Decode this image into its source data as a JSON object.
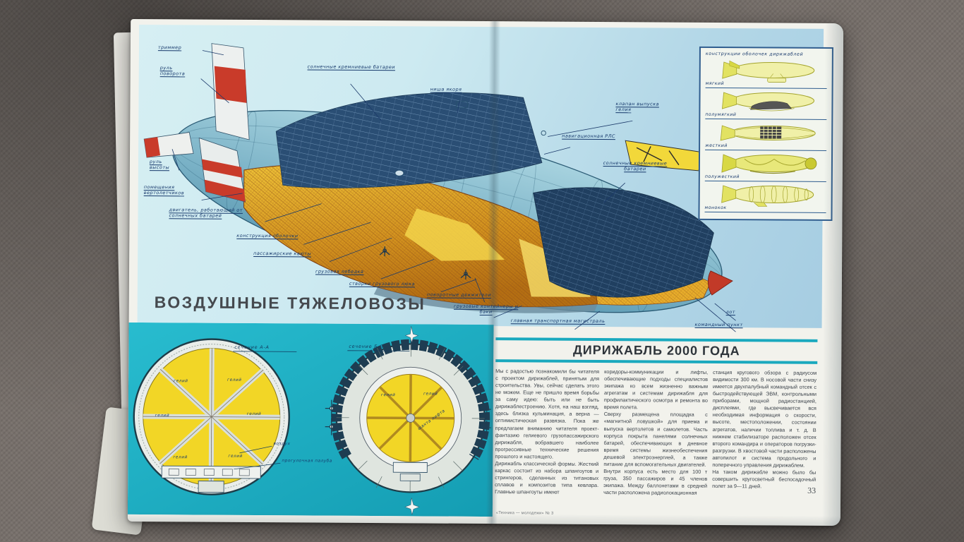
{
  "magazine": {
    "spread_title": "ВОЗДУШНЫЕ ТЯЖЕЛОВОЗЫ",
    "article_title": "ДИРИЖАБЛЬ 2000 ГОДА",
    "page_number": "33",
    "footer": "«Техника — молодежи» № 3"
  },
  "illustration": {
    "callouts": [
      "триммер",
      "руль поворота",
      "солнечные кремниевые батареи",
      "ниша якоря",
      "клапан выпуска гелия",
      "навигационная РЛС",
      "солнечные кремниевые батареи",
      "руль высоты",
      "помещения вертолетчиков",
      "двигатель, работающий от солнечных батарей",
      "конструкция оболочки",
      "пассажирские каюты",
      "грузовая лебедка",
      "створки грузового люка",
      "поворотные движители",
      "грузовые контейнеры и баки",
      "главная транспортная магистраль",
      "командный пункт",
      "лот"
    ]
  },
  "sidebar": {
    "title": "конструкции оболочек дирижаблей",
    "items": [
      "мягкий",
      "полумягкий",
      "жесткий",
      "полужесткий",
      "монокок"
    ]
  },
  "cross_sections": {
    "left": {
      "caption": "сечение А-А",
      "sectors": [
        "гелий",
        "гелий",
        "гелий",
        "гелий",
        "гелий",
        "гелий"
      ],
      "air_label": "воздух",
      "deck_label": "прогулочная палуба"
    },
    "right": {
      "caption": "сечение Б-Б",
      "helium": [
        "гелий",
        "гелий"
      ],
      "shaft_label": "шахта лифта"
    }
  },
  "article": {
    "columns": [
      "Мы с радостью познакомили бы читателя с проектом дирижаблей, принятым для строительства. Увы, сейчас сделать этого не можем. Еще не пришло время борьбы за саму идею: быть или не быть дирижаблестроению. Хотя, на наш взгляд, здесь близка кульминация, а верна — оптимистическая развязка. Пока же предлагаем вниманию читателя проект-фантазию гелиевого грузопассажирского дирижабля, вобравшего наиболее прогрессивные технические решения прошлого и настоящего.\nДирижабль классической формы. Жесткий каркас состоит из набора шпангоутов и стрингеров, сделанных из титановых сплавов и композитов типа кевлара. Главные шпангоуты имеют",
      "коридоры-коммуникации и лифты, обеспечивающие подходы специалистов экипажа ко всем жизненно важным агрегатам и системам дирижабля для профилактического осмотра и ремонта во время полета.\nСверху размещена площадка с «магнитной ловушкой» для приема и выпуска вертолетов и самолетов. Часть корпуса покрыта панелями солнечных батарей, обеспечивающих в дневное время системы жизнеобеспечения дешевой электроэнергией, а также питание для вспомогательных двигателей.\nВнутри корпуса есть место для 100 т груза, 350 пассажиров и 45 членов экипажа. Между баллонетами в средней части расположена радиолокационная",
      "станция кругового обзора с радиусом видимости 300 км. В носовой части снизу имеется двухпалубный командный отсек с быстродействующей ЭВМ, контрольными приборами, мощной радиостанцией, дисплеями, где высвечивается вся необходимая информация о скорости, высоте, местоположении, состоянии агрегатов, наличии топлива и т. д. В нижнем стабилизаторе расположен отсек второго командира и операторов погрузки-разгрузки. В хвостовой части расположены автопилот и система продольного и поперечного управления дирижаблем.\nНа таком дирижабле можно было бы совершить кругосветный беспосадочный полет за 9—11 дней."
    ]
  },
  "colors": {
    "accent_teal": "#1aa9be",
    "panel_cyan": "#22b4c7",
    "label_blue": "#16386b",
    "hull_blue": "#6fa9c0",
    "cutaway_orange": "#d4901f",
    "solar_navy": "#274b70",
    "fin_red": "#c93b2a",
    "paper": "#f0f1ec"
  }
}
